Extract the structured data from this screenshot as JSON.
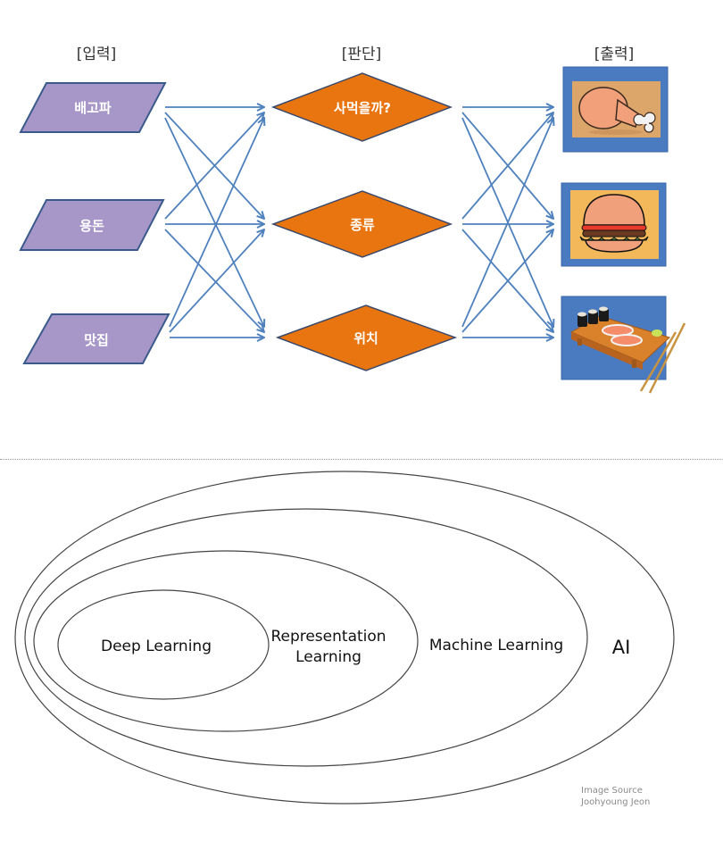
{
  "top_diagram": {
    "columns": {
      "input_header": "[입력]",
      "decision_header": "[판단]",
      "output_header": "[출력]"
    },
    "inputs": [
      {
        "label": "배고파"
      },
      {
        "label": "용돈"
      },
      {
        "label": "맛집"
      }
    ],
    "decisions": [
      {
        "label": "사먹을까?"
      },
      {
        "label": "종류"
      },
      {
        "label": "위치"
      }
    ],
    "outputs": [
      {
        "icon": "chicken-drumstick-icon",
        "alt": "chicken leg"
      },
      {
        "icon": "hamburger-icon",
        "alt": "hamburger"
      },
      {
        "icon": "sushi-icon",
        "alt": "sushi"
      }
    ],
    "connections": "fully-connected",
    "colors": {
      "input_fill": "#a797c8",
      "input_stroke": "#3b5a8c",
      "decision_fill": "#e8750f",
      "decision_stroke": "#3b4a6b",
      "arrow": "#4f81bd",
      "output_frame": "#4a7ac0"
    }
  },
  "bottom_diagram": {
    "labels": {
      "deep_learning": "Deep Learning",
      "representation_learning_line1": "Representation",
      "representation_learning_line2": "Learning",
      "machine_learning": "Machine Learning",
      "ai": "AI"
    },
    "credit": {
      "line1": "Image Source",
      "line2": "Joohyoung Jeon"
    }
  }
}
